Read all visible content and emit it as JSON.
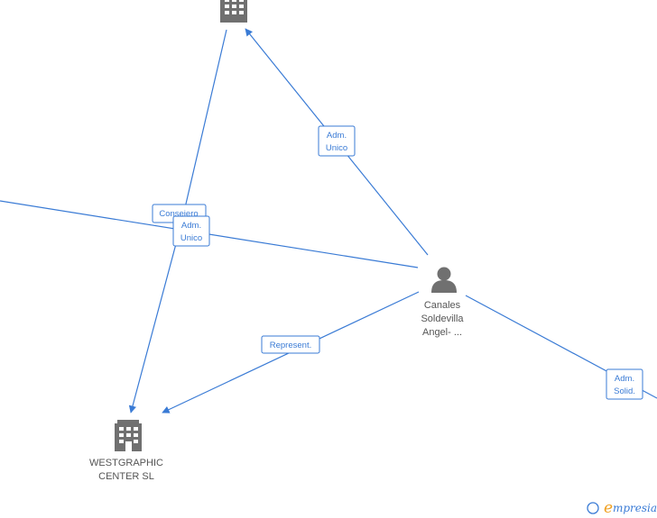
{
  "nodes": {
    "top_company": {
      "label": ""
    },
    "person": {
      "label_lines": [
        "Canales",
        "Soldevilla",
        "Angel- ..."
      ]
    },
    "westgraphic": {
      "label_lines": [
        "WESTGRAPHIC",
        "CENTER  SL"
      ]
    }
  },
  "edges": {
    "person_to_top": {
      "label_lines": [
        "Adm.",
        "Unico"
      ]
    },
    "consejero": {
      "label_lines": [
        "Consejero"
      ]
    },
    "adm_unico_west": {
      "label_lines": [
        "Adm.",
        "Unico"
      ]
    },
    "represent": {
      "label_lines": [
        "Represent."
      ]
    },
    "adm_solid": {
      "label_lines": [
        "Adm.",
        "Solid."
      ]
    }
  },
  "watermark": {
    "copyright": "©",
    "brand_initial": "e",
    "brand_rest": "mpresia"
  },
  "colors": {
    "edge": "#3a7bd5",
    "icon": "#707070",
    "node_text": "#555555"
  }
}
